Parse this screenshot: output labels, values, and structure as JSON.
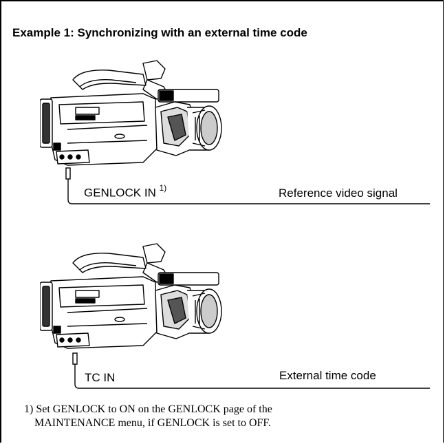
{
  "title": "Example 1: Synchronizing with an external time code",
  "diagram": {
    "connection_1": {
      "port_label": "GENLOCK IN",
      "footnote_mark": "1)",
      "signal_label": "Reference video signal"
    },
    "connection_2": {
      "port_label": "TC IN",
      "signal_label": "External time code"
    }
  },
  "footnote": {
    "marker": "1)",
    "line1": "Set GENLOCK to ON on the GENLOCK page of the",
    "line2": "MAINTENANCE menu, if GENLOCK is set to OFF."
  }
}
